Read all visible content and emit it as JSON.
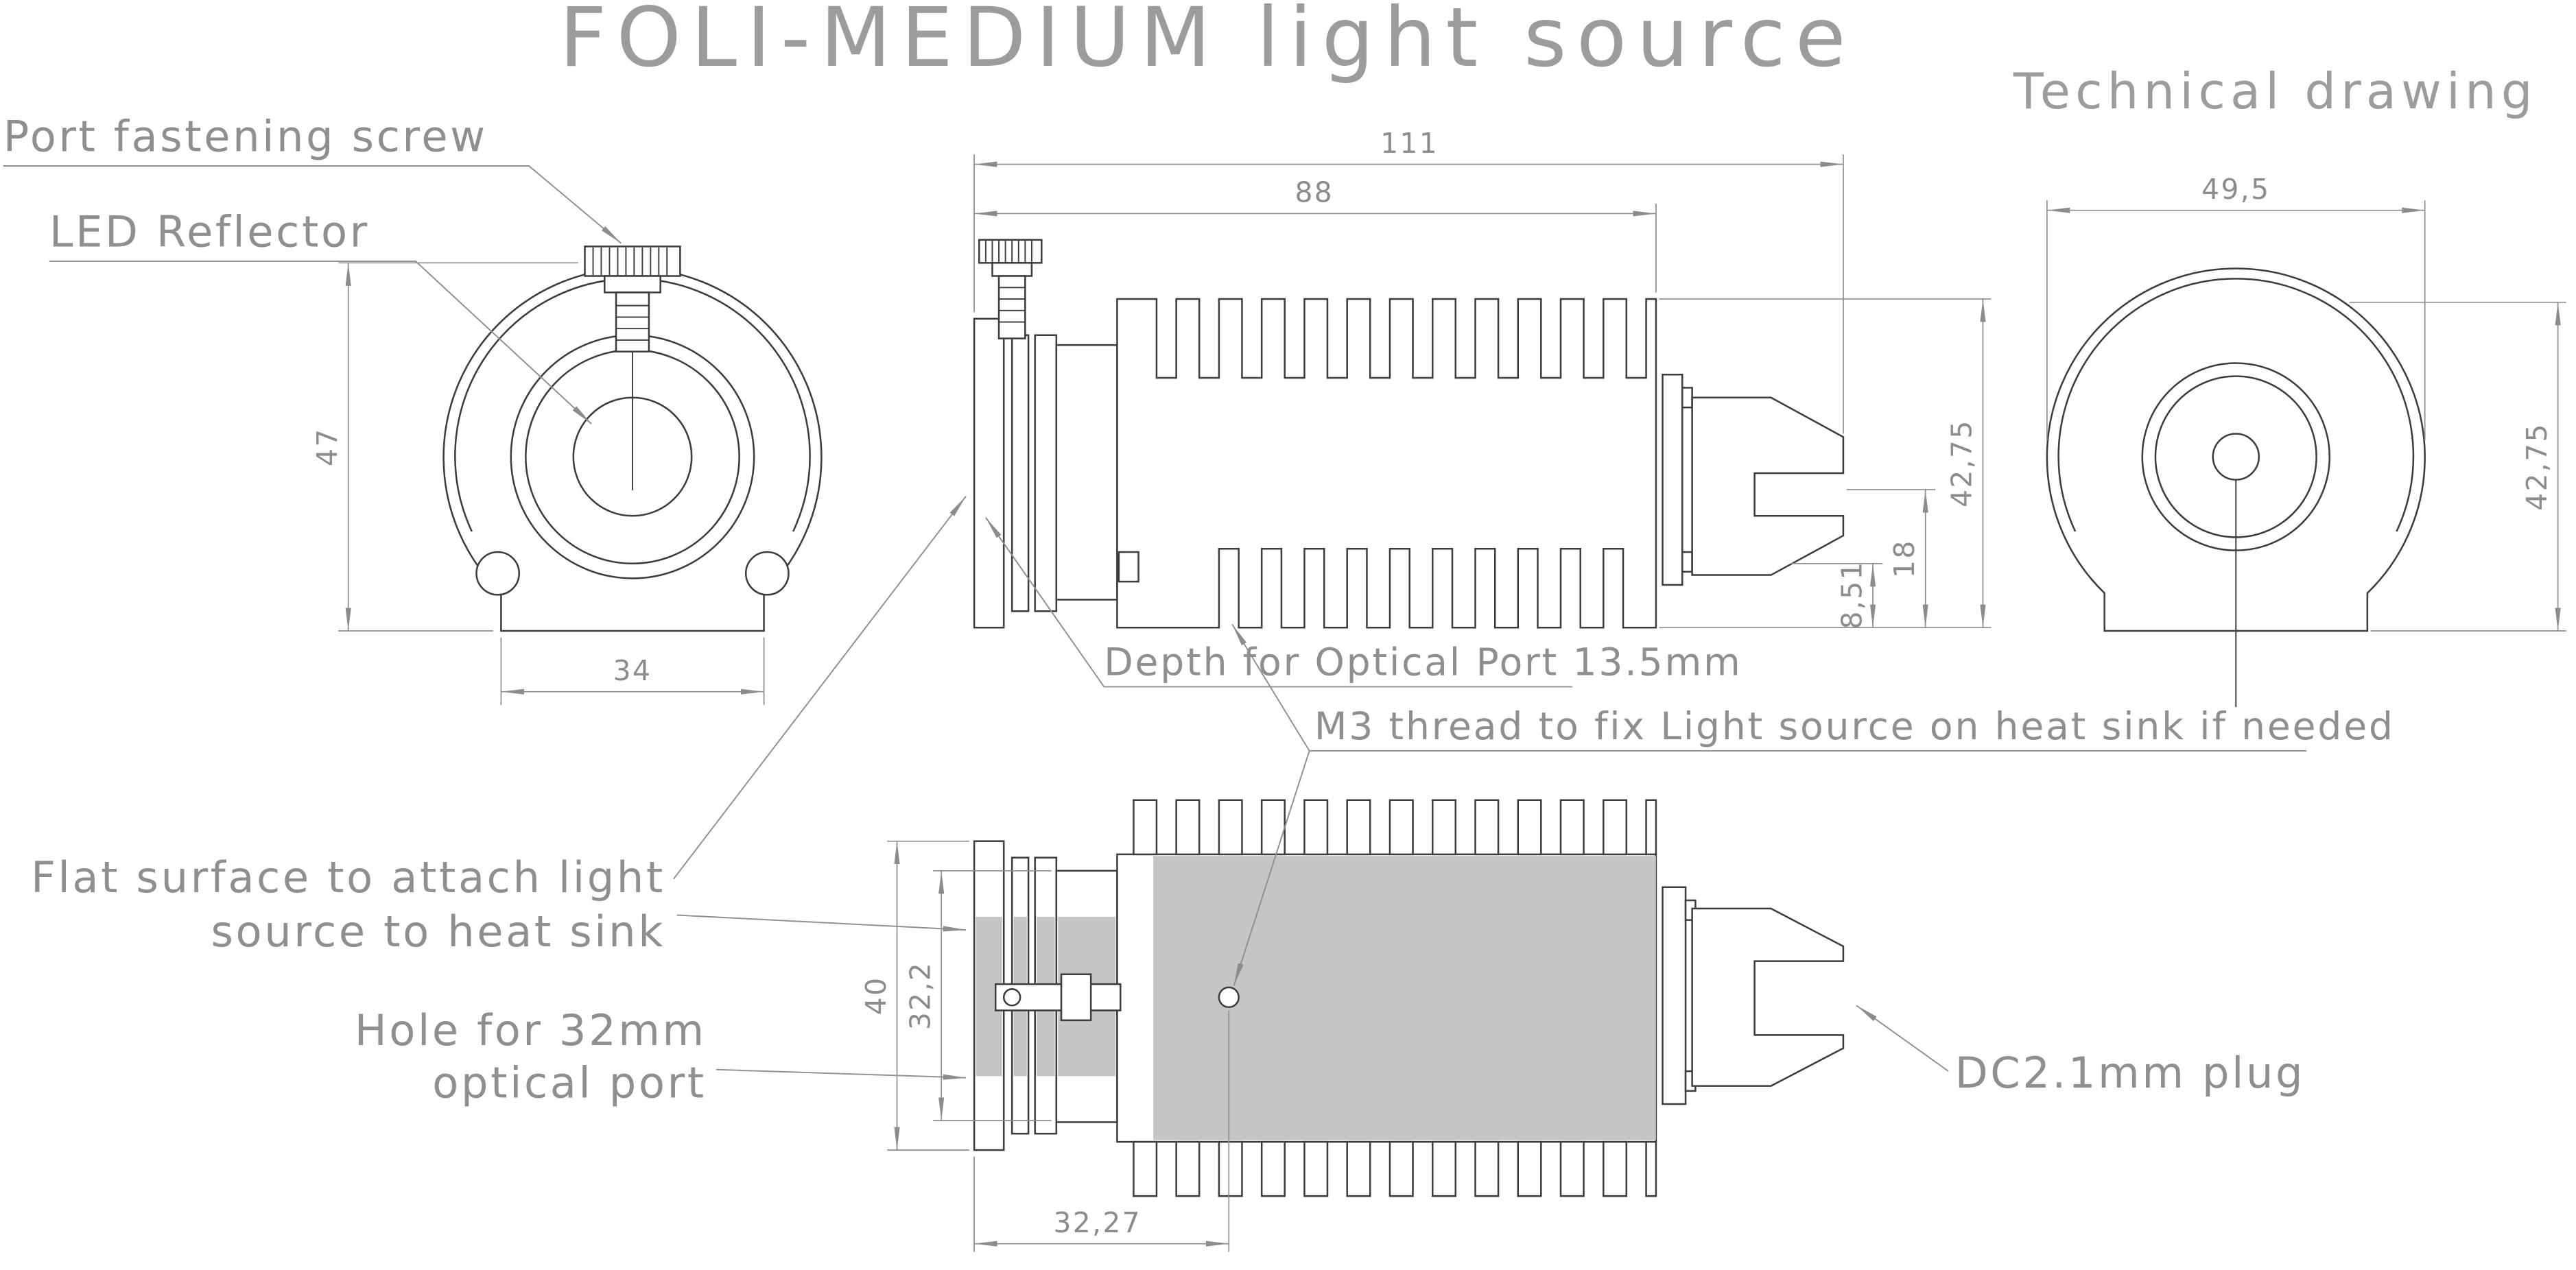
{
  "title": "FOLI-MEDIUM light source",
  "subtitle": "Technical drawing",
  "callouts": {
    "port_fastening_screw": "Port fastening screw",
    "led_reflector": "LED Reflector",
    "depth_optical_port": "Depth for Optical Port 13.5mm",
    "m3_thread": "M3 thread to fix Light source on heat sink if needed",
    "flat_surface_line1": "Flat surface to attach light",
    "flat_surface_line2": "source to heat sink",
    "hole_optical_line1": "Hole for 32mm",
    "hole_optical_line2": "optical port",
    "dc_plug": "DC2.1mm plug"
  },
  "dimensions": {
    "front_height_mm": "47",
    "front_flat_width_mm": "34",
    "overall_length_mm": "111",
    "body_length_mm": "88",
    "body_height_mm": "42,75",
    "plug_center_offset_mm": "18",
    "plug_bottom_offset_mm": "8,51",
    "rear_diameter_mm": "49,5",
    "rear_height_mm": "42,75",
    "flange_width_mm": "40",
    "port_width_mm": "32,2",
    "m3_position_mm": "32,27"
  },
  "colors": {
    "line": "#3c3c3c",
    "dim": "#8c8c8c",
    "label": "#8f8f8f",
    "title": "#9c9c9c",
    "fill_gray": "#c5c5c5"
  }
}
